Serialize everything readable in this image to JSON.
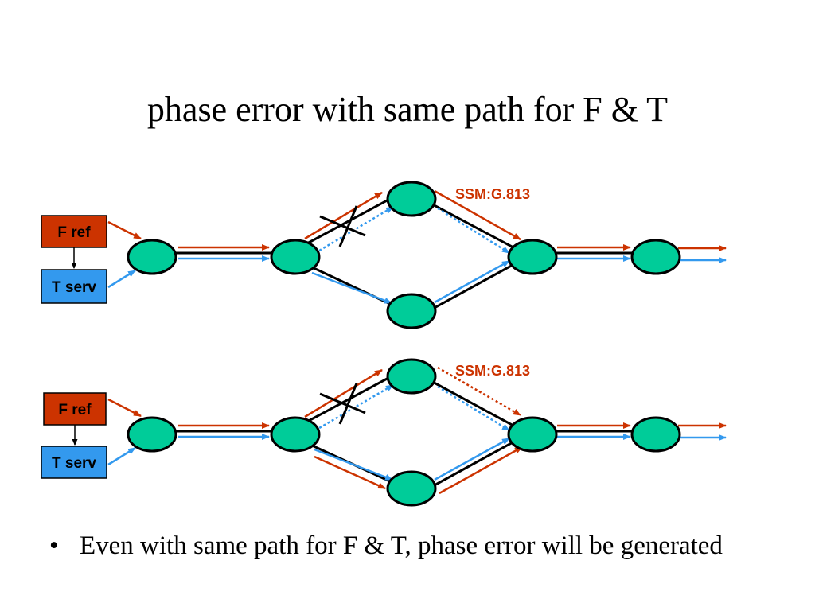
{
  "title": "phase error with same path for F & T",
  "colors": {
    "freq": "#cc3300",
    "time": "#3399ee",
    "node_fill": "#00cc99",
    "fref_box": "#cc3300",
    "tserv_box": "#3399ee",
    "ssm_text": "#cc3300"
  },
  "diagrams": [
    {
      "fref_label": "F ref",
      "tserv_label": "T serv",
      "ssm_label": "SSM:G.813"
    },
    {
      "fref_label": "F ref",
      "tserv_label": "T serv",
      "ssm_label": "SSM:G.813"
    }
  ],
  "bullet": {
    "mark": "•",
    "text": "Even with same path for F & T, phase error will be generated"
  }
}
